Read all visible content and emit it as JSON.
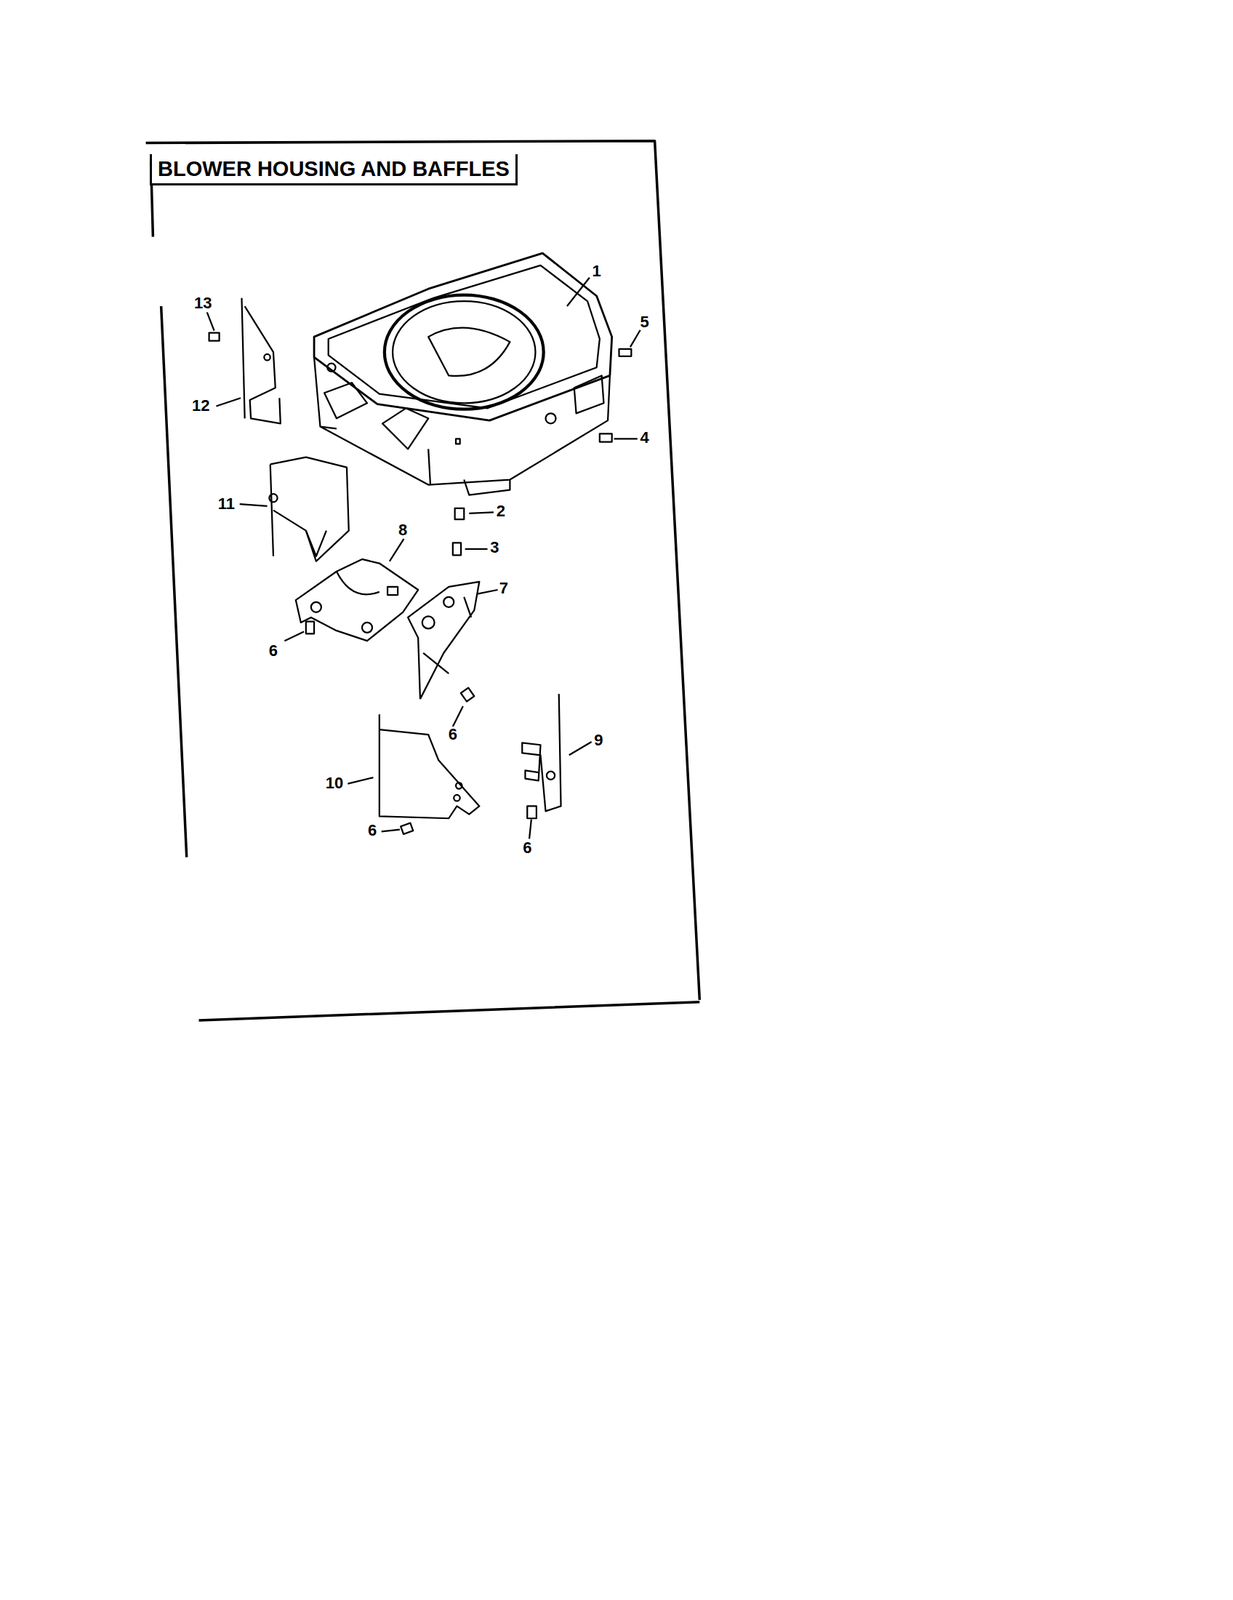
{
  "diagram": {
    "title": "BLOWER HOUSING AND BAFFLES",
    "labels": [
      "1",
      "13",
      "5",
      "12",
      "4",
      "2",
      "11",
      "3",
      "8",
      "7",
      "6",
      "6",
      "9",
      "10",
      "6",
      "6"
    ]
  }
}
